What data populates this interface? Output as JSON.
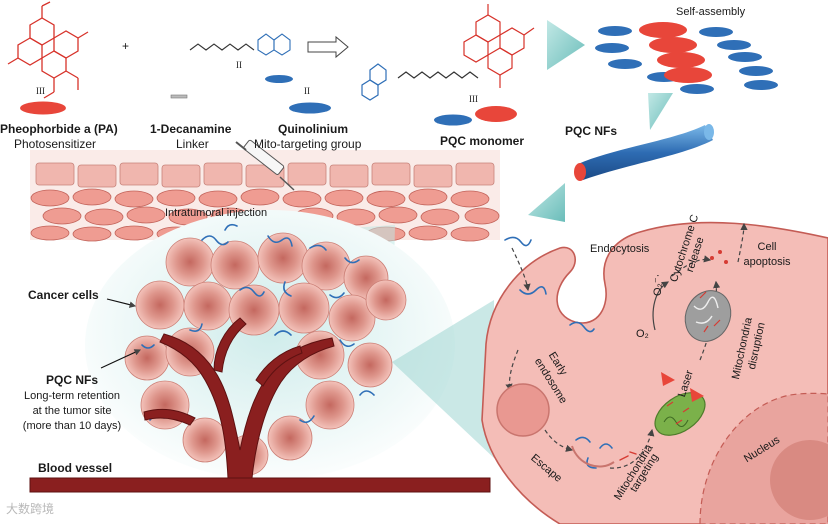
{
  "top": {
    "pa": {
      "name": "Pheophorbide a (PA)",
      "role": "Photosensitizer",
      "numeral": "III"
    },
    "plus": "+",
    "decanamine": {
      "name": "1-Decanamine",
      "role": "Linker",
      "numeral": "II"
    },
    "quinolinium": {
      "name": "Quinolinium",
      "role": "Mito-targeting group",
      "numeral": "II"
    },
    "monomer": {
      "name": "PQC monomer",
      "numeral": "III"
    },
    "self_assembly": "Self-assembly",
    "nfs": "PQC NFs"
  },
  "tissue": {
    "injection": "Intratumoral injection",
    "cancer_cells": "Cancer cells",
    "nfs_title": "PQC NFs",
    "retention_lines": [
      "Long-term retention",
      "at the tumor site",
      "(more than 10 days)"
    ],
    "vessel": "Blood vessel"
  },
  "cell": {
    "endocytosis": "Endocytosis",
    "early": "Early",
    "endosome": "endosome",
    "escape": "Escape",
    "mito_target_1": "Mitochondria",
    "mito_target_2": "targeting",
    "laser": "Laser",
    "o2": "O₂",
    "o2_radical": "O₂⁻·",
    "cyto_1": "Cytochrome C",
    "cyto_2": "release",
    "mito_disrupt_1": "Mitochondria",
    "mito_disrupt_2": "disruption",
    "apoptosis_1": "Cell",
    "apoptosis_2": "apoptosis",
    "nucleus": "Nucleus"
  },
  "watermark": "大数跨境",
  "colors": {
    "pa_red": "#e8463a",
    "quinolinium_blue": "#2f6fb7",
    "cell_pink": "#f3b8b2",
    "vessel_dark": "#8a1f1f",
    "teal": "#8fd3cf"
  }
}
